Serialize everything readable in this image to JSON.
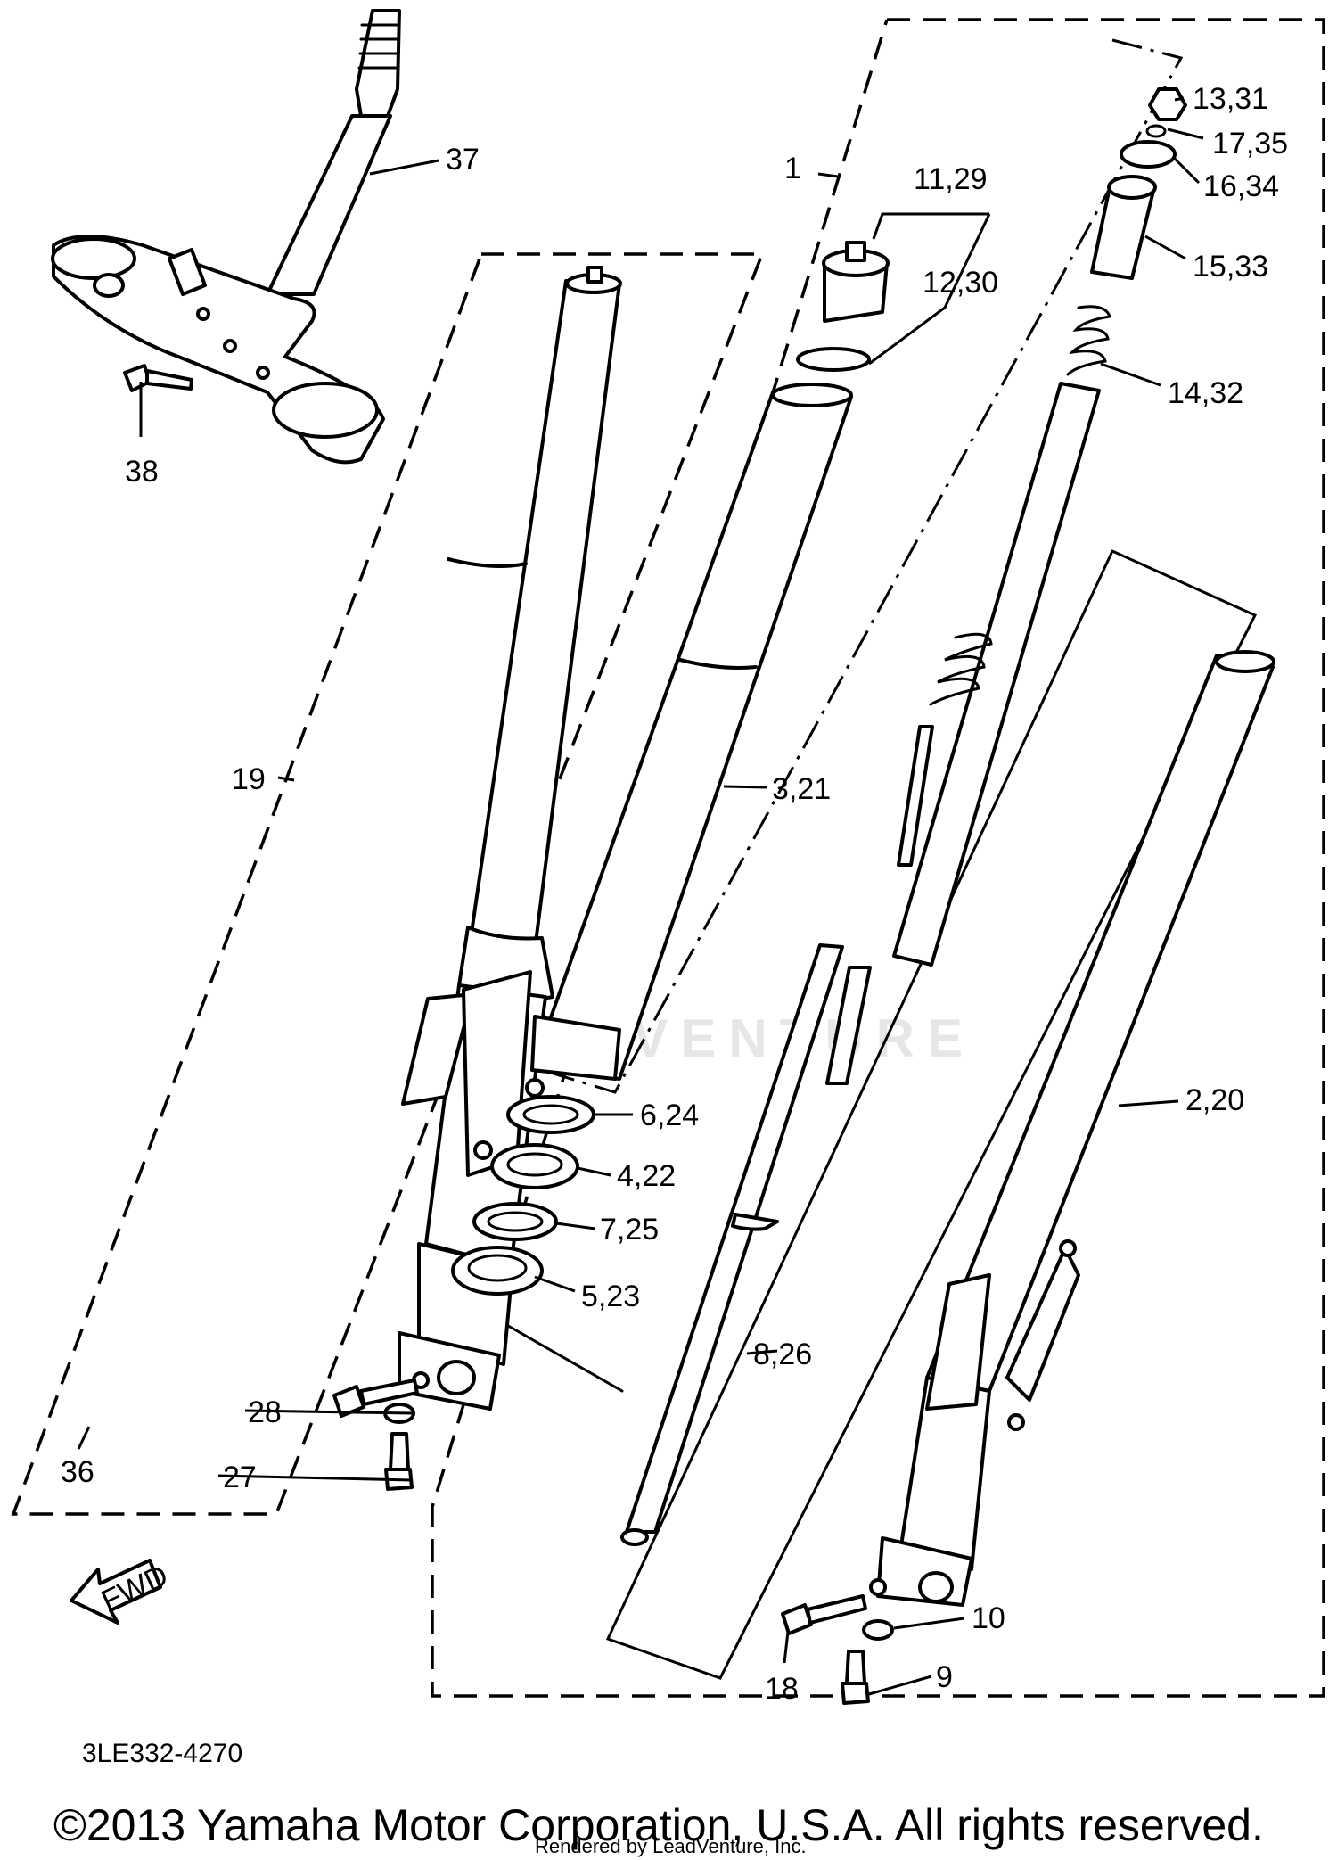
{
  "diagram": {
    "part_labels": [
      {
        "id": "p37",
        "text": "37"
      },
      {
        "id": "p38",
        "text": "38"
      },
      {
        "id": "p1",
        "text": "1"
      },
      {
        "id": "p11",
        "text": "11,29"
      },
      {
        "id": "p12",
        "text": "12,30"
      },
      {
        "id": "p13",
        "text": "13,31"
      },
      {
        "id": "p17",
        "text": "17,35"
      },
      {
        "id": "p16",
        "text": "16,34"
      },
      {
        "id": "p15",
        "text": "15,33"
      },
      {
        "id": "p14",
        "text": "14,32"
      },
      {
        "id": "p19",
        "text": "19"
      },
      {
        "id": "p3",
        "text": "3,21"
      },
      {
        "id": "p6",
        "text": "6,24"
      },
      {
        "id": "p4",
        "text": "4,22"
      },
      {
        "id": "p7",
        "text": "7,25"
      },
      {
        "id": "p5",
        "text": "5,23"
      },
      {
        "id": "p8",
        "text": "8,26"
      },
      {
        "id": "p2",
        "text": "2,20"
      },
      {
        "id": "p28",
        "text": "28"
      },
      {
        "id": "p36",
        "text": "36"
      },
      {
        "id": "p27",
        "text": "27"
      },
      {
        "id": "p10",
        "text": "10"
      },
      {
        "id": "p18",
        "text": "18"
      },
      {
        "id": "p9",
        "text": "9"
      }
    ],
    "fwd_label": "FWD",
    "watermark": "LEADVENTURE"
  },
  "footer": {
    "part_code": "3LE332-4270",
    "copyright": "©2013 Yamaha Motor Corporation, U.S.A. All rights reserved.",
    "rendered_by": "Rendered by LeadVenture, Inc."
  }
}
